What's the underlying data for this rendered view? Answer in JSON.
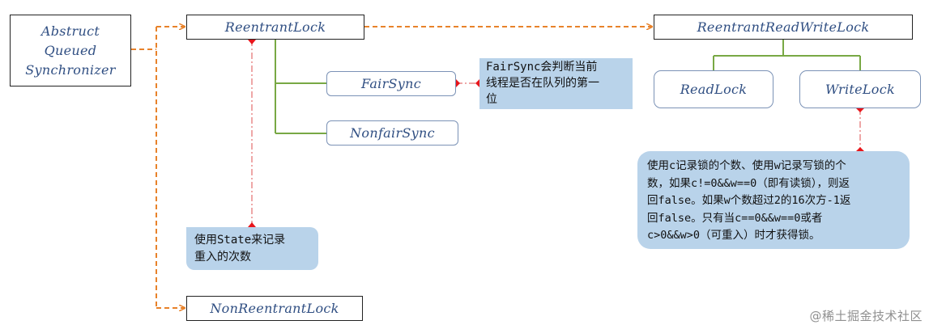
{
  "nodes": {
    "aqs": [
      "Abstruct",
      "Queued",
      "Synchronizer"
    ],
    "reentrant_lock": "ReentrantLock",
    "fair_sync": "FairSync",
    "nonfair_sync": "NonfairSync",
    "non_reentrant_lock": "NonReentrantLock",
    "rw_lock": "ReentrantReadWriteLock",
    "read_lock": "ReadLock",
    "write_lock": "WriteLock"
  },
  "notes": {
    "state": [
      "使用State来记录",
      "重入的次数"
    ],
    "fair": [
      "FairSync会判断当前",
      "线程是否在队列的第一",
      "位"
    ],
    "write": [
      "使用c记录锁的个数、使用w记录写锁的个",
      "数，如果c!=0&&w==0（即有读锁），则返",
      "回false。如果w个数超过2的16次方-1返",
      "回false。只有当c==0&&w==0或者",
      "c>0&&w>0（可重入）时才获得锁。"
    ]
  },
  "watermark": "@稀土掘金技术社区",
  "colors": {
    "dashed_arrow": "#e8822a",
    "tree_line": "#78a844",
    "marker": "#e8151b",
    "dash_dot": "#e88a8a",
    "note_bg": "#b9d3ea",
    "node_text": "#2f4e82"
  }
}
